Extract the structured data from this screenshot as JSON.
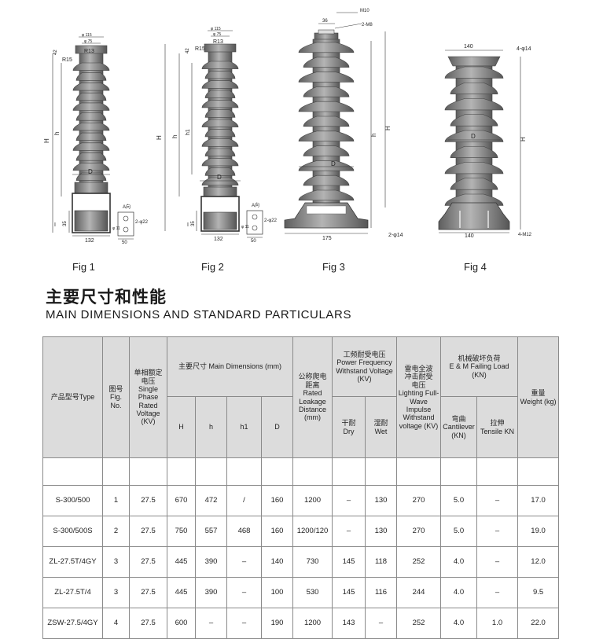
{
  "figures": {
    "labels": [
      "Fig 1",
      "Fig 2",
      "Fig 3",
      "Fig 4"
    ],
    "fig1": {
      "top_dia": "φ 115",
      "inner_dia": "φ 75",
      "r_small": "R13",
      "r_big": "R15",
      "dim_42": "42",
      "dim_H": "H",
      "dim_h": "h",
      "dim_D": "D",
      "dim_35": "35",
      "dim_I": "I",
      "base": "132",
      "view_label": "A向",
      "holes": "2-φ22",
      "hole_dia": "φ 11",
      "view_width": "50"
    },
    "fig2": {
      "top_dia": "φ 115",
      "inner_dia": "φ 75",
      "r_small": "R13",
      "r_big": "R15",
      "dim_42": "42",
      "dim_H": "H",
      "dim_h": "h",
      "dim_h1": "h1",
      "dim_D": "D",
      "dim_35": "35",
      "dim_I": "I",
      "base": "132",
      "view_label": "A向",
      "holes": "2-φ22",
      "hole_dia": "φ 11",
      "view_width": "50"
    },
    "fig3": {
      "top_thread": "M10",
      "top_width": "36",
      "side_thread": "2-M8",
      "dim_H": "H",
      "dim_h": "h",
      "dim_D": "D",
      "base": "175",
      "holes": "2-φ14"
    },
    "fig4": {
      "top_width": "140",
      "top_holes": "4-φ14",
      "dim_H": "H",
      "dim_D": "D",
      "base": "140",
      "bottom_thread": "4-M12"
    }
  },
  "heading": {
    "cn": "主要尺寸和性能",
    "en": "MAIN DIMENSIONS AND STANDARD PARTICULARS"
  },
  "table": {
    "headers": {
      "type": "产品型号Type",
      "fig_cn": "图号",
      "fig_en": "Fig.",
      "fig_no": "No.",
      "voltage_cn1": "单相额定",
      "voltage_cn2": "电压",
      "voltage_en": "Single Phase Rated Voltage (KV)",
      "main_dims": "主要尺寸 Main Dimensions (mm)",
      "H": "H",
      "h": "h",
      "h1": "h1",
      "D": "D",
      "leak_cn1": "公称爬电",
      "leak_cn2": "距离",
      "leak_en": "Rated Leakage Distance (mm)",
      "pf_cn": "工频耐受电压",
      "pf_en": "Power Frequency Withstand Voltage (KV)",
      "dry_cn": "干耐",
      "dry_en": "Dry",
      "wet_cn": "湿耐",
      "wet_en": "Wet",
      "li_cn1": "雷电全波",
      "li_cn2": "冲击耐受",
      "li_cn3": "电压",
      "li_en": "Lighting Full-Wave Impulse Withstand voltage (KV)",
      "mech_cn": "机械破坏负荷",
      "mech_en": "E & M Failing Load (KN)",
      "cant_cn": "弯曲",
      "cant_en": "Cantilever (KN)",
      "tens_cn": "拉伸",
      "tens_en": "Tensile KN",
      "weight_cn": "重量",
      "weight_en": "Weight (kg)"
    },
    "rows": [
      {
        "type": "S-300/500",
        "fig": "1",
        "voltage": "27.5",
        "H": "670",
        "h": "472",
        "h1": "/",
        "D": "160",
        "leak": "1200",
        "dry": "–",
        "wet": "130",
        "impulse": "270",
        "cant": "5.0",
        "tens": "–",
        "weight": "17.0"
      },
      {
        "type": "S-300/500S",
        "fig": "2",
        "voltage": "27.5",
        "H": "750",
        "h": "557",
        "h1": "468",
        "D": "160",
        "leak": "1200/120",
        "dry": "–",
        "wet": "130",
        "impulse": "270",
        "cant": "5.0",
        "tens": "–",
        "weight": "19.0"
      },
      {
        "type": "ZL-27.5T/4GY",
        "fig": "3",
        "voltage": "27.5",
        "H": "445",
        "h": "390",
        "h1": "–",
        "D": "140",
        "leak": "730",
        "dry": "145",
        "wet": "118",
        "impulse": "252",
        "cant": "4.0",
        "tens": "–",
        "weight": "12.0"
      },
      {
        "type": "ZL-27.5T/4",
        "fig": "3",
        "voltage": "27.5",
        "H": "445",
        "h": "390",
        "h1": "–",
        "D": "100",
        "leak": "530",
        "dry": "145",
        "wet": "116",
        "impulse": "244",
        "cant": "4.0",
        "tens": "–",
        "weight": "9.5"
      },
      {
        "type": "ZSW-27.5/4GY",
        "fig": "4",
        "voltage": "27.5",
        "H": "600",
        "h": "–",
        "h1": "–",
        "D": "190",
        "leak": "1200",
        "dry": "143",
        "wet": "–",
        "impulse": "252",
        "cant": "4.0",
        "tens": "1.0",
        "weight": "22.0"
      }
    ]
  },
  "colors": {
    "body": "#7a7a7a",
    "shed": "#8a8a8a",
    "header_bg": "#dcdcdc",
    "line": "#8a8a8a"
  }
}
